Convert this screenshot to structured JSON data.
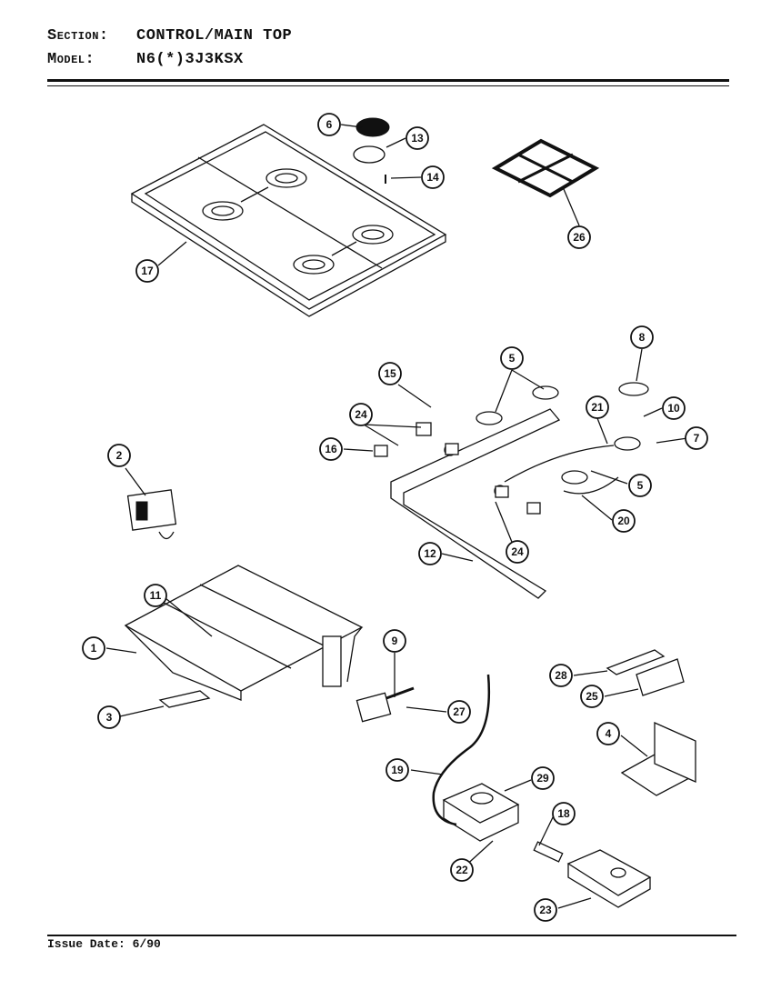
{
  "header": {
    "section_key": "Section:",
    "section_value": "CONTROL/MAIN TOP",
    "model_key": "Model:",
    "model_value": "N6(*)3J3KSX"
  },
  "footer": {
    "issue_date": "Issue Date: 6/90"
  },
  "callouts": [
    "1",
    "2",
    "3",
    "4",
    "5",
    "5",
    "6",
    "7",
    "8",
    "9",
    "10",
    "11",
    "12",
    "13",
    "14",
    "15",
    "16",
    "17",
    "18",
    "19",
    "20",
    "21",
    "22",
    "23",
    "24",
    "24",
    "25",
    "26",
    "27",
    "28",
    "29"
  ],
  "colors": {
    "ink": "#111111",
    "paper": "#ffffff"
  }
}
